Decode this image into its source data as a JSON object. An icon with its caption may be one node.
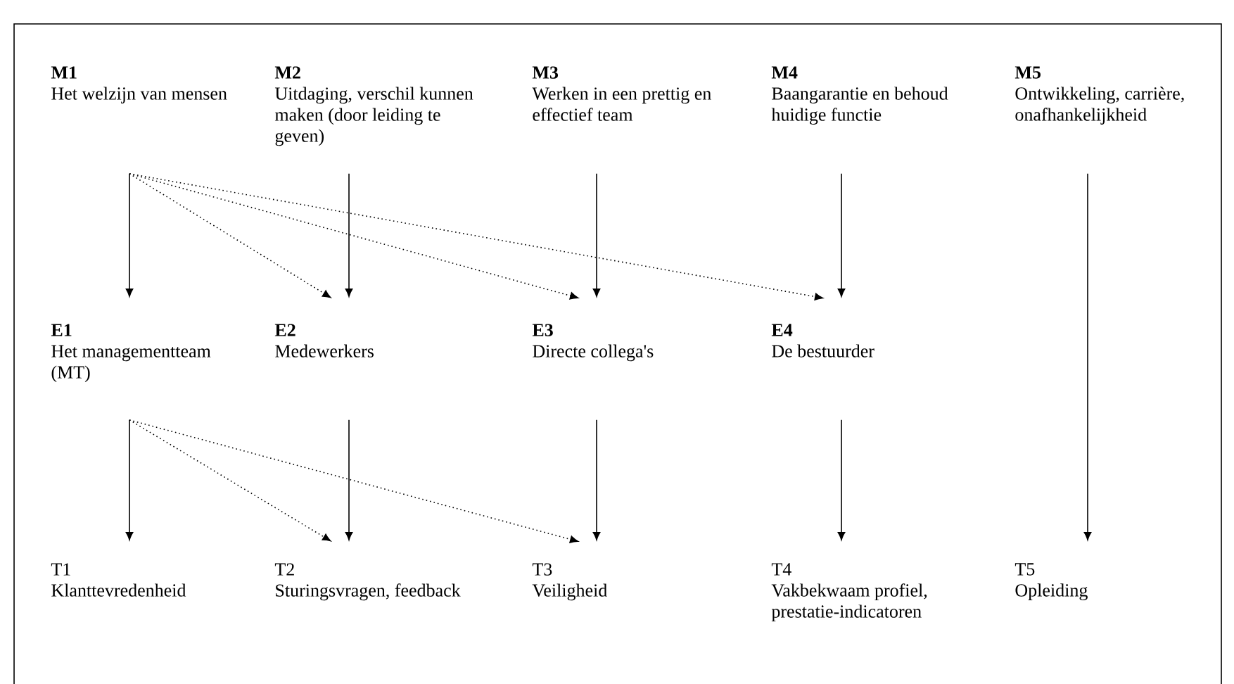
{
  "diagram": {
    "nodes": [
      {
        "text": [
          "M1",
          "Het welzijn van mensen"
        ]
      },
      {
        "text": [
          "M2",
          "Uitdaging, verschil kunnen maken (door leiding te geven)"
        ]
      },
      {
        "text": [
          "M3",
          "Werken in een prettig en effectief team"
        ]
      },
      {
        "text": [
          "M4",
          "Baangarantie en behoud huidige functie"
        ]
      },
      {
        "text": [
          "M5",
          "Ontwikkeling, carrière, onafhankelijkheid"
        ]
      },
      {
        "text": [
          "E1",
          "Het managementteam (MT)"
        ]
      },
      {
        "text": [
          "E2",
          "Medewerkers"
        ]
      },
      {
        "text": [
          "E3",
          "Directe collega's"
        ]
      },
      {
        "text": [
          "E4",
          "De bestuurder"
        ]
      },
      {
        "text": [
          "T1",
          "Klanttevredenheid"
        ]
      },
      {
        "text": [
          "T2",
          "Sturingsvragen, feedback"
        ]
      },
      {
        "text": [
          "T3",
          "Veiligheid"
        ]
      },
      {
        "text": [
          "T4",
          "Vakbekwaam profiel, prestatie-indicatoren"
        ]
      },
      {
        "text": [
          "T5",
          "Opleiding"
        ]
      }
    ],
    "edges": [
      {
        "from": 0,
        "to": 5,
        "arrow": "to"
      },
      {
        "from": 0,
        "to": 6,
        "arrow": "to",
        "style": "dashed"
      },
      {
        "from": 0,
        "to": 7,
        "arrow": "to",
        "style": "dashed"
      },
      {
        "from": 0,
        "to": 8,
        "arrow": "to",
        "style": "dashed"
      },
      {
        "from": 1,
        "to": 6,
        "arrow": "to"
      },
      {
        "from": 2,
        "to": 7,
        "arrow": "to"
      },
      {
        "from": 3,
        "to": 8,
        "arrow": "to"
      },
      {
        "from": 4,
        "to": 13,
        "arrow": "to"
      },
      {
        "from": 5,
        "to": 9,
        "arrow": "to"
      },
      {
        "from": 5,
        "to": 10,
        "arrow": "to",
        "style": "dashed"
      },
      {
        "from": 5,
        "to": 11,
        "arrow": "to",
        "style": "dashed"
      },
      {
        "from": 6,
        "to": 10,
        "arrow": "to"
      },
      {
        "from": 7,
        "to": 11,
        "arrow": "to"
      },
      {
        "from": 8,
        "to": 12,
        "arrow": "to"
      }
    ]
  }
}
